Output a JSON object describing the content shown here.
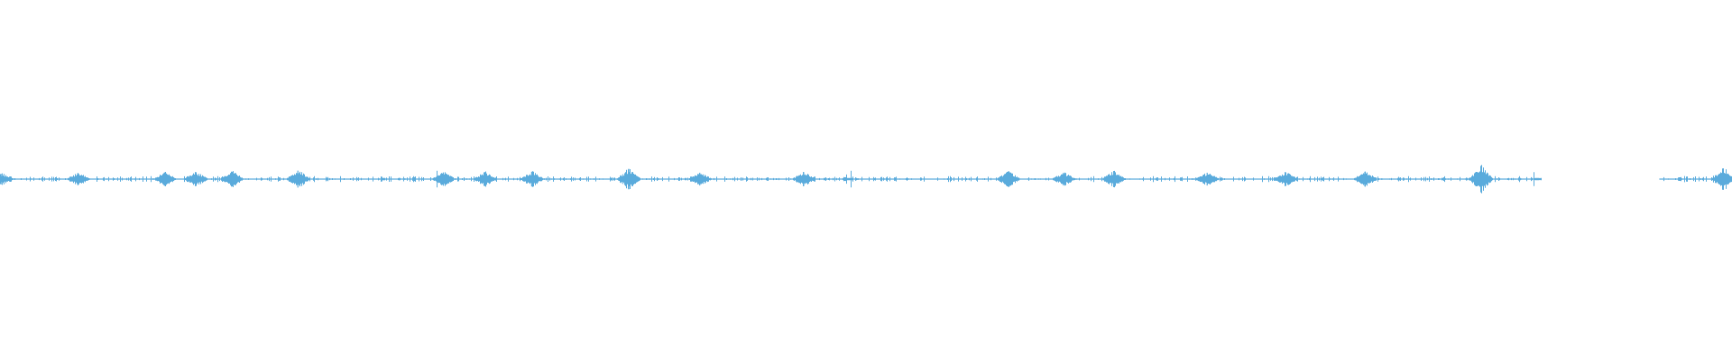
{
  "waveform": {
    "color": "#5aabdc",
    "background": "#ffffff",
    "duration_fraction_visible": 1.0,
    "segments": [
      {
        "start": 0.0,
        "end": 0.252,
        "level": 0.25
      },
      {
        "start": 0.252,
        "end": 0.256,
        "level": 0.9
      },
      {
        "start": 0.256,
        "end": 0.486,
        "level": 0.22
      },
      {
        "start": 0.486,
        "end": 0.492,
        "level": 1.0
      },
      {
        "start": 0.492,
        "end": 0.885,
        "level": 0.24
      },
      {
        "start": 0.885,
        "end": 0.89,
        "level": 1.0
      },
      {
        "start": 0.89,
        "end": 0.958,
        "level": 0.0
      },
      {
        "start": 0.958,
        "end": 1.0,
        "level": 0.3
      }
    ],
    "peaks": [
      {
        "pos": 0.001,
        "amp": 0.3
      },
      {
        "pos": 0.045,
        "amp": 0.35
      },
      {
        "pos": 0.095,
        "amp": 0.38
      },
      {
        "pos": 0.113,
        "amp": 0.4
      },
      {
        "pos": 0.134,
        "amp": 0.42
      },
      {
        "pos": 0.172,
        "amp": 0.48
      },
      {
        "pos": 0.256,
        "amp": 0.38
      },
      {
        "pos": 0.28,
        "amp": 0.4
      },
      {
        "pos": 0.307,
        "amp": 0.42
      },
      {
        "pos": 0.363,
        "amp": 0.58
      },
      {
        "pos": 0.404,
        "amp": 0.36
      },
      {
        "pos": 0.464,
        "amp": 0.4
      },
      {
        "pos": 0.582,
        "amp": 0.42
      },
      {
        "pos": 0.614,
        "amp": 0.36
      },
      {
        "pos": 0.643,
        "amp": 0.45
      },
      {
        "pos": 0.697,
        "amp": 0.36
      },
      {
        "pos": 0.742,
        "amp": 0.4
      },
      {
        "pos": 0.788,
        "amp": 0.42
      },
      {
        "pos": 0.855,
        "amp": 0.75
      },
      {
        "pos": 0.995,
        "amp": 0.6
      }
    ]
  }
}
